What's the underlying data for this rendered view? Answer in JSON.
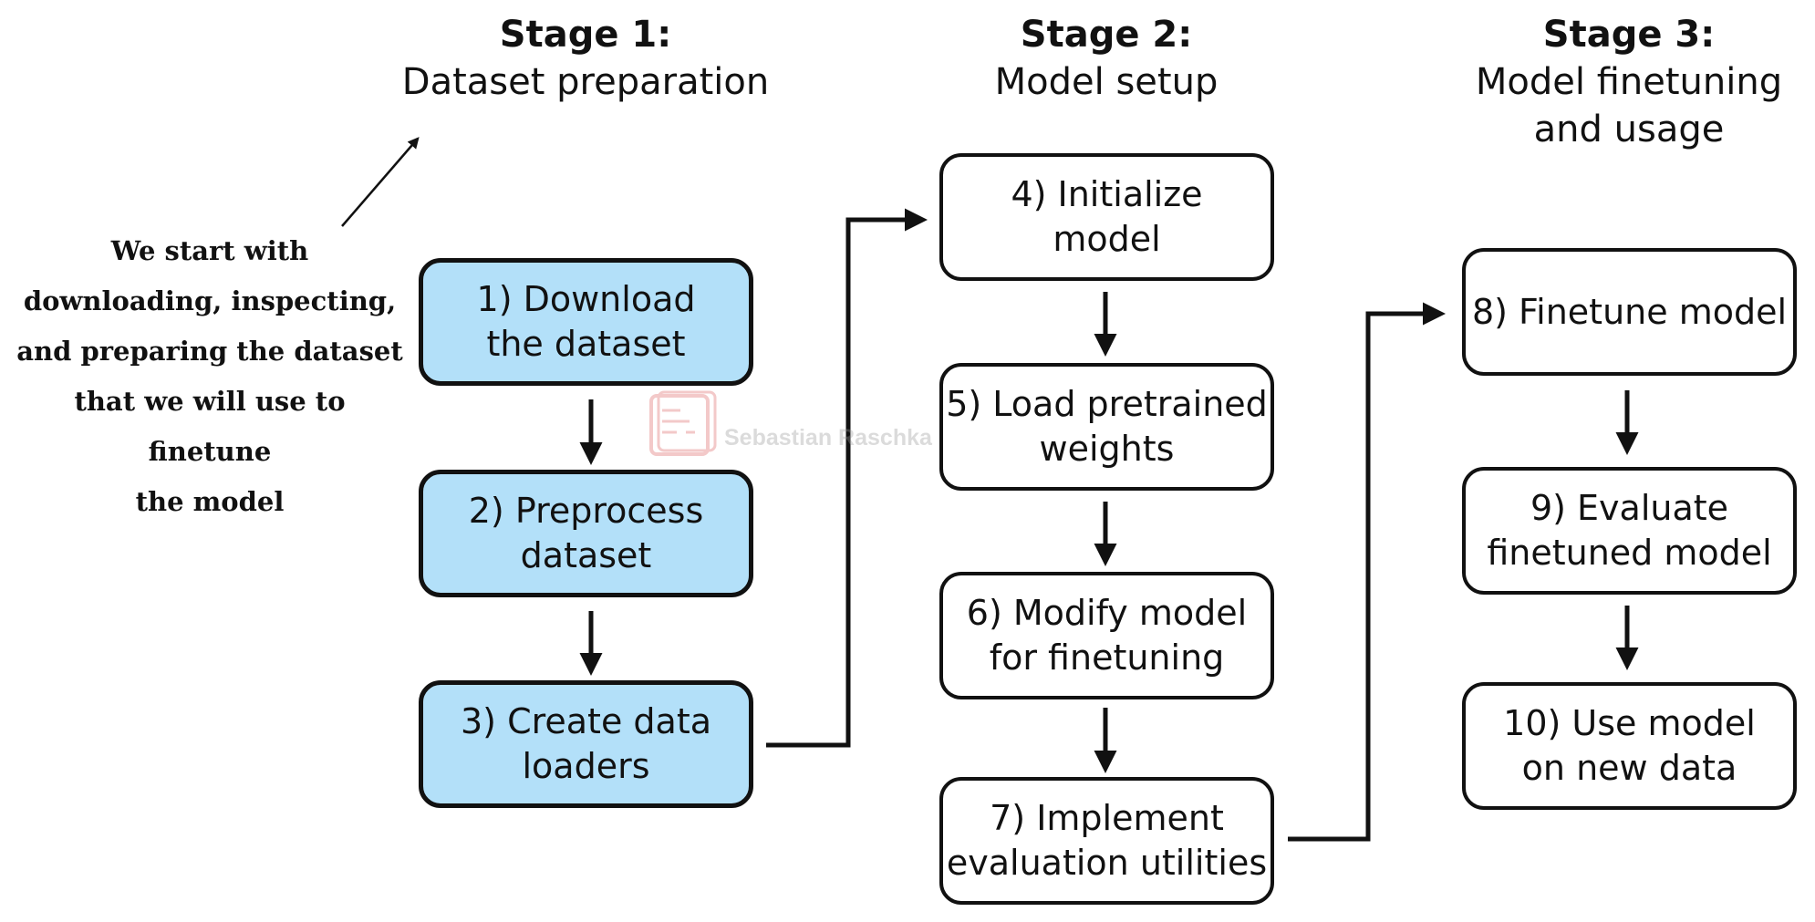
{
  "stages": [
    {
      "title": "Stage 1:",
      "subtitle": "Dataset preparation"
    },
    {
      "title": "Stage 2:",
      "subtitle": "Model setup"
    },
    {
      "title": "Stage 3:",
      "subtitle": "Model finetuning\nand usage"
    }
  ],
  "intro_note": "We start with\ndownloading, inspecting,\nand preparing the dataset\nthat we will use to finetune\nthe model",
  "steps": [
    {
      "label": "1) Download\nthe dataset",
      "stage": 1
    },
    {
      "label": "2) Preprocess\ndataset",
      "stage": 1
    },
    {
      "label": "3) Create data\nloaders",
      "stage": 1
    },
    {
      "label": "4) Initialize\nmodel",
      "stage": 2
    },
    {
      "label": "5) Load pretrained\nweights",
      "stage": 2
    },
    {
      "label": "6) Modify model\nfor finetuning",
      "stage": 2
    },
    {
      "label": "7) Implement\nevaluation utilities",
      "stage": 2
    },
    {
      "label": "8) Finetune model",
      "stage": 3
    },
    {
      "label": "9) Evaluate\nfinetuned model",
      "stage": 3
    },
    {
      "label": "10) Use model\non new data",
      "stage": 3
    }
  ],
  "watermark": {
    "text": "Sebastian Raschka"
  },
  "colors": {
    "stage1_fill": "#b3e0f9",
    "stroke": "#111111",
    "background": "#ffffff"
  }
}
